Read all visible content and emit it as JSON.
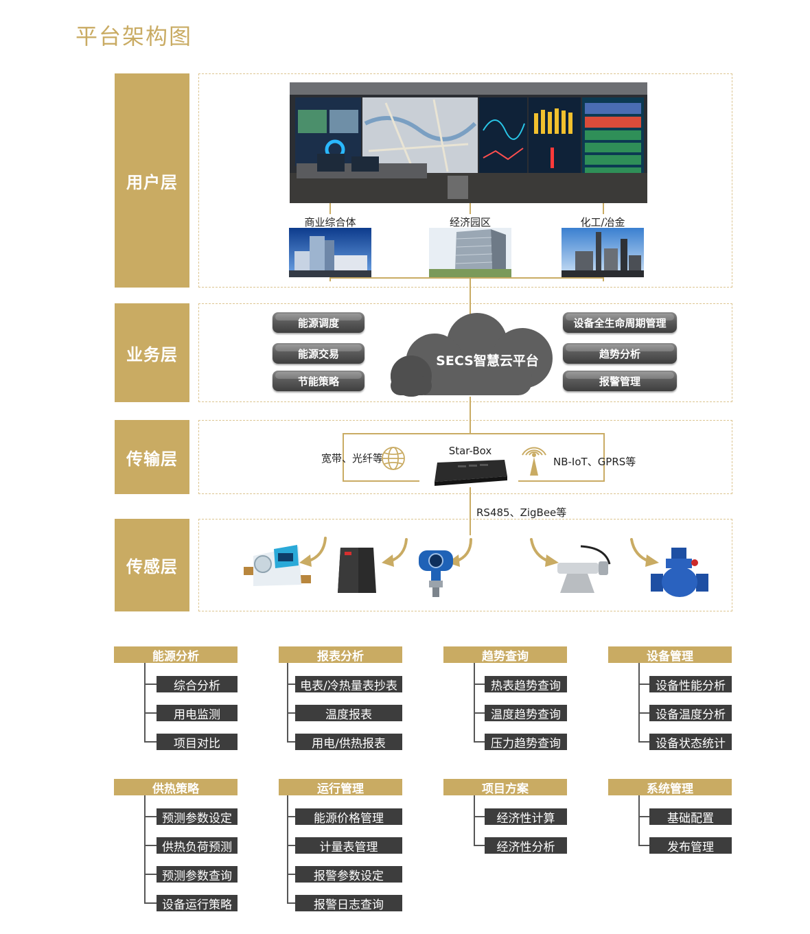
{
  "page_title": "平台架构图",
  "layers": {
    "user": {
      "label": "用户层",
      "scenes": [
        "商业综合体",
        "经济园区",
        "化工/冶金"
      ]
    },
    "business": {
      "label": "业务层",
      "platform": "SECS智慧云平台",
      "left_items": [
        "能源调度",
        "能源交易",
        "节能策略"
      ],
      "right_items": [
        "设备全生命周期管理",
        "趋势分析",
        "报警管理"
      ]
    },
    "transport": {
      "label": "传输层",
      "left_text": "宽带、光纤等",
      "device": "Star-Box",
      "right_text": "NB-IoT、GPRS等",
      "below_text": "RS485、ZigBee等"
    },
    "sensing": {
      "label": "传感层"
    }
  },
  "modules": [
    {
      "title": "能源分析",
      "items": [
        "综合分析",
        "用电监测",
        "项目对比"
      ]
    },
    {
      "title": "报表分析",
      "items": [
        "电表/冷热量表抄表",
        "温度报表",
        "用电/供热报表"
      ]
    },
    {
      "title": "趋势查询",
      "items": [
        "热表趋势查询",
        "温度趋势查询",
        "压力趋势查询"
      ]
    },
    {
      "title": "设备管理",
      "items": [
        "设备性能分析",
        "设备温度分析",
        "设备状态统计"
      ]
    },
    {
      "title": "供热策略",
      "items": [
        "预测参数设定",
        "供热负荷预测",
        "预测参数查询",
        "设备运行策略"
      ]
    },
    {
      "title": "运行管理",
      "items": [
        "能源价格管理",
        "计量表管理",
        "报警参数设定",
        "报警日志查询"
      ]
    },
    {
      "title": "项目方案",
      "items": [
        "经济性计算",
        "经济性分析"
      ]
    },
    {
      "title": "系统管理",
      "items": [
        "基础配置",
        "发布管理"
      ]
    }
  ],
  "colors": {
    "gold": "#c9ab63",
    "dashed": "#dcc48f",
    "dark": "#3d3d3d"
  }
}
